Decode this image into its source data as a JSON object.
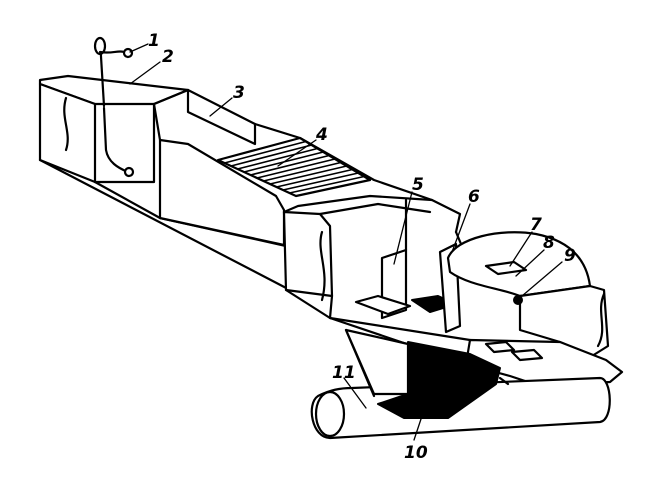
{
  "figure": {
    "callouts": [
      {
        "id": "c1",
        "label": "1"
      },
      {
        "id": "c2",
        "label": "2"
      },
      {
        "id": "c3",
        "label": "3"
      },
      {
        "id": "c4",
        "label": "4"
      },
      {
        "id": "c5",
        "label": "5"
      },
      {
        "id": "c6",
        "label": "6"
      },
      {
        "id": "c7",
        "label": "7"
      },
      {
        "id": "c8",
        "label": "8"
      },
      {
        "id": "c9",
        "label": "9"
      },
      {
        "id": "c10",
        "label": "10"
      },
      {
        "id": "c11",
        "label": "11"
      }
    ]
  },
  "colors": {
    "ink": "#000000",
    "paper": "#ffffff"
  }
}
